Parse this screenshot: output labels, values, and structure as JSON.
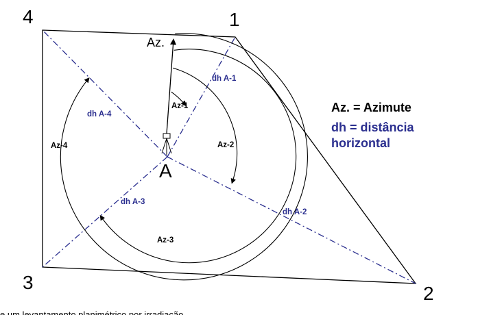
{
  "vertices": {
    "v1": "1",
    "v2": "2",
    "v3": "3",
    "v4": "4"
  },
  "station": "A",
  "north": "Az.",
  "azimuths": {
    "az1": "Az-1",
    "az2": "Az-2",
    "az3": "Az-3",
    "az4": "Az-4"
  },
  "distances": {
    "dh1": "dh A-1",
    "dh2": "dh A-2",
    "dh3": "dh A-3",
    "dh4": "dh A-4"
  },
  "legend": {
    "az": "Az. = Azimute",
    "dh_line1": "dh = distância",
    "dh_line2": "horizontal"
  },
  "caption": "e um levantamento planimétrico por irradiação",
  "colors": {
    "lines": "#000000",
    "radial": "#2b2f8f",
    "blue_text": "#2b2f8f"
  }
}
